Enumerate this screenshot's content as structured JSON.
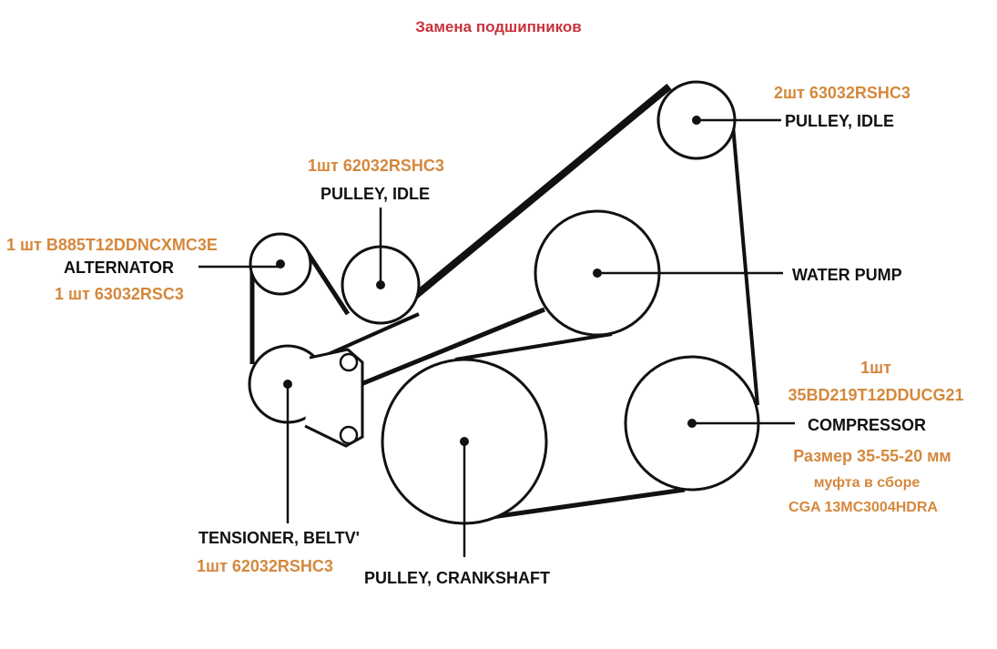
{
  "title": "Замена подшипников",
  "colors": {
    "title": "#c8323c",
    "accent": "#d4883c",
    "line": "#111111"
  },
  "components": {
    "pulley_idle_top": {
      "label": "PULLEY, IDLE",
      "note": "2шт 63032RSHC3"
    },
    "pulley_idle_mid": {
      "label": "PULLEY, IDLE",
      "note": "1шт 62032RSHC3"
    },
    "alternator": {
      "label": "ALTERNATOR",
      "note_1": "1 шт B885T12DDNCXMC3E",
      "note_2": "1 шт 63032RSC3"
    },
    "water_pump": {
      "label": "WATER PUMP"
    },
    "compressor": {
      "label": "COMPRESSOR",
      "note_1": "1шт",
      "note_2": "35BD219T12DDUCG21",
      "note_3": "Размер 35-55-20 мм",
      "note_4": "муфта в сборе",
      "note_5": "CGA 13MC3004HDRA"
    },
    "tensioner": {
      "label": "TENSIONER, BELTV'",
      "note": "1шт 62032RSHC3"
    },
    "crankshaft": {
      "label": "PULLEY, CRANKSHAFT"
    }
  }
}
